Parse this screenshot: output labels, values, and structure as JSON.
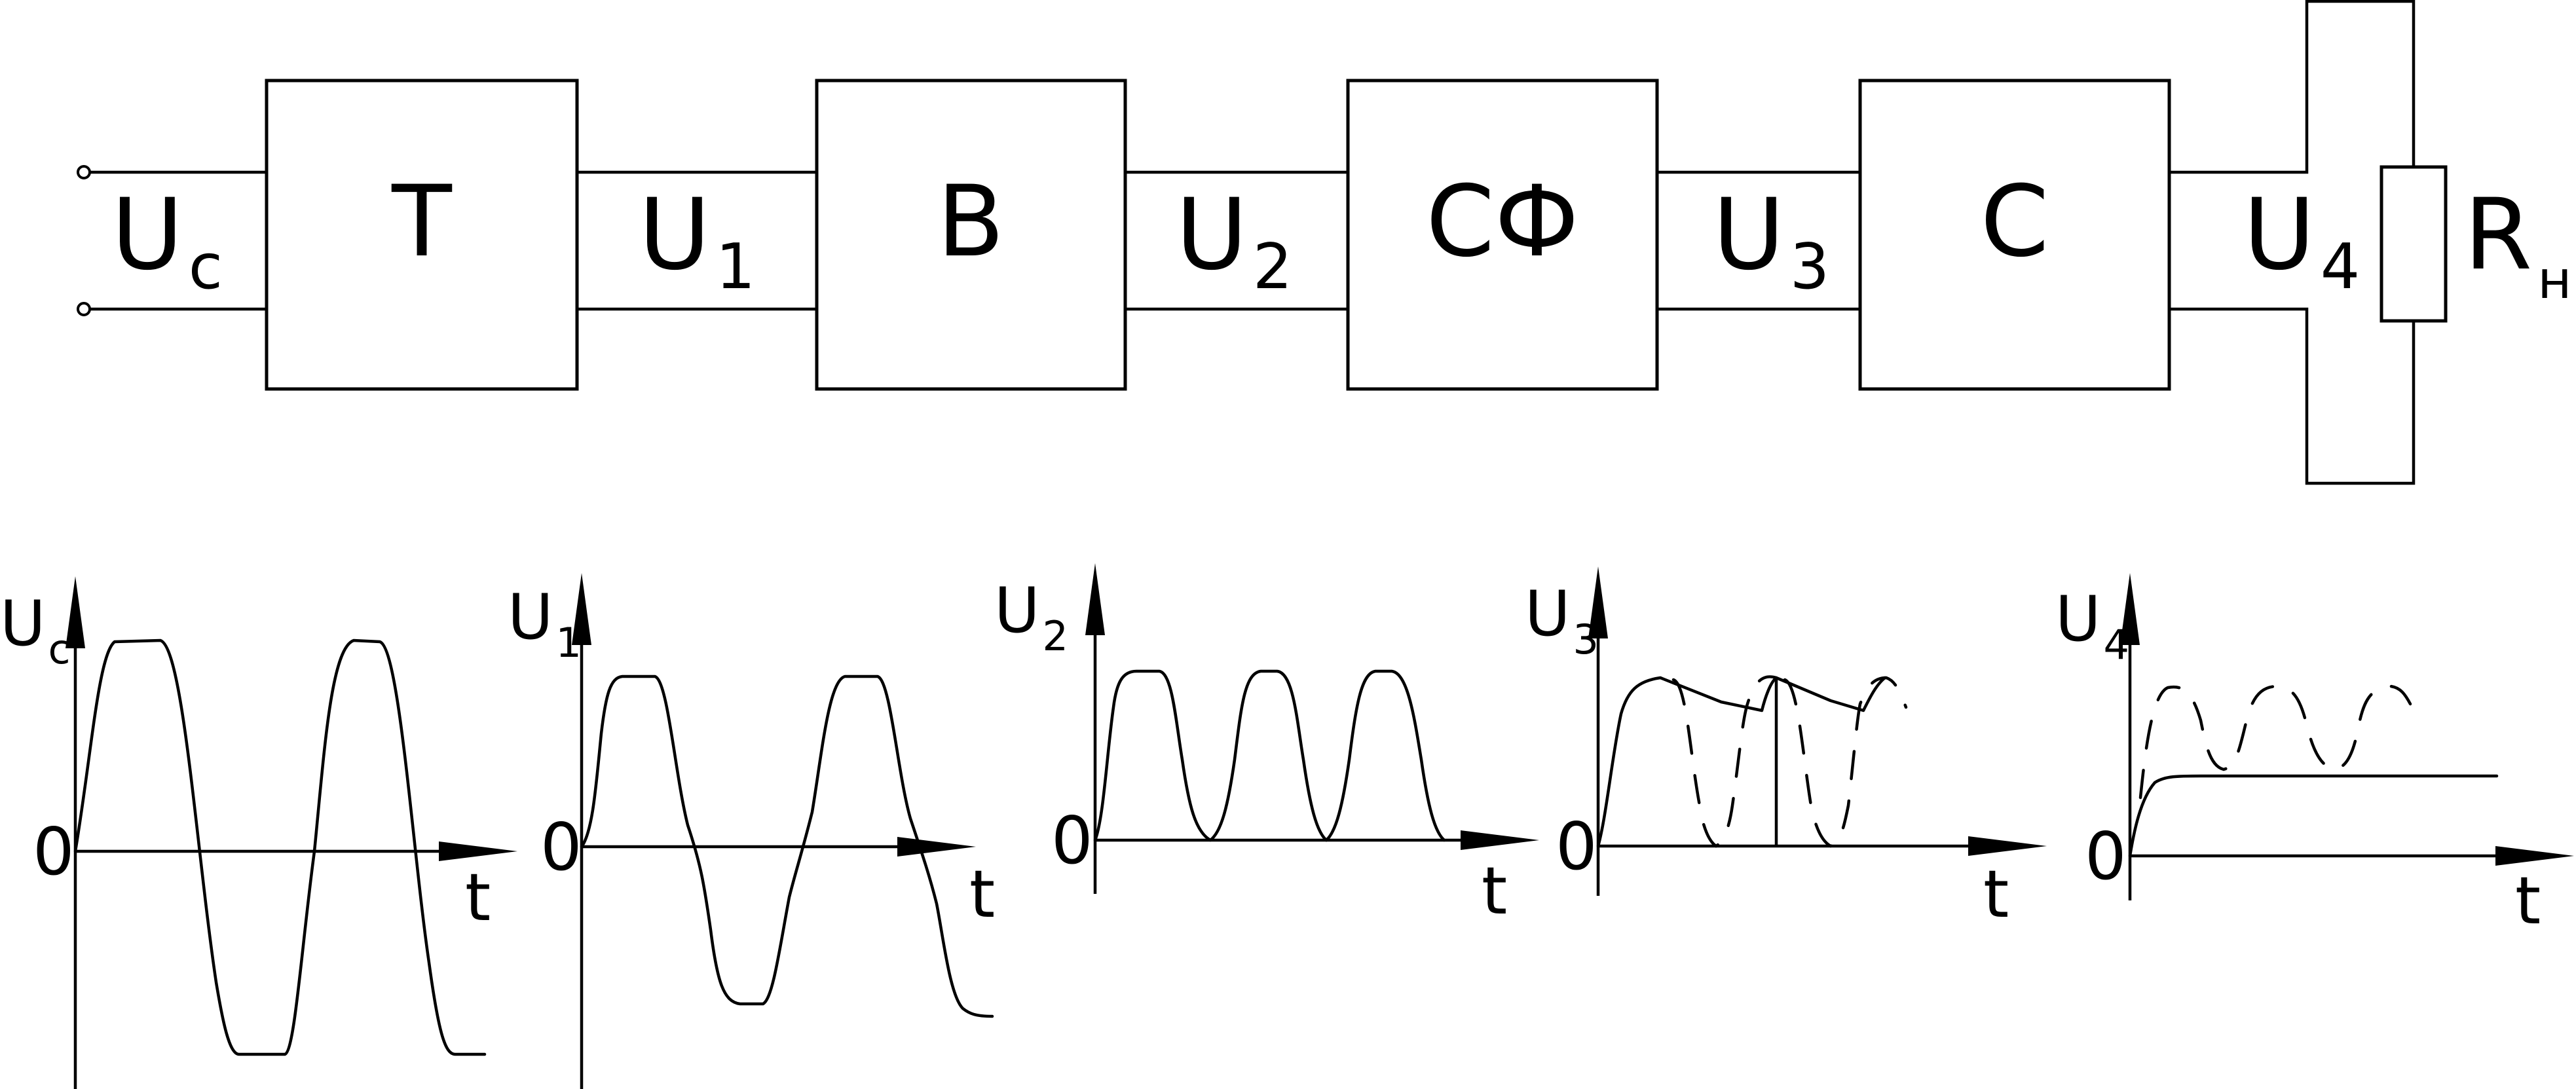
{
  "blocks": [
    {
      "id": "t",
      "label": "Т"
    },
    {
      "id": "v",
      "label": "В"
    },
    {
      "id": "sf",
      "label": "СФ"
    },
    {
      "id": "s",
      "label": "С"
    }
  ],
  "signals": {
    "uc": {
      "main": "U",
      "sub": "c"
    },
    "u1": {
      "main": "U",
      "sub": "1"
    },
    "u2": {
      "main": "U",
      "sub": "2"
    },
    "u3": {
      "main": "U",
      "sub": "3"
    },
    "u4": {
      "main": "U",
      "sub": "4"
    }
  },
  "load": {
    "main": "R",
    "sub": "н"
  },
  "graph_labels": {
    "origin": "0",
    "time": "t"
  }
}
